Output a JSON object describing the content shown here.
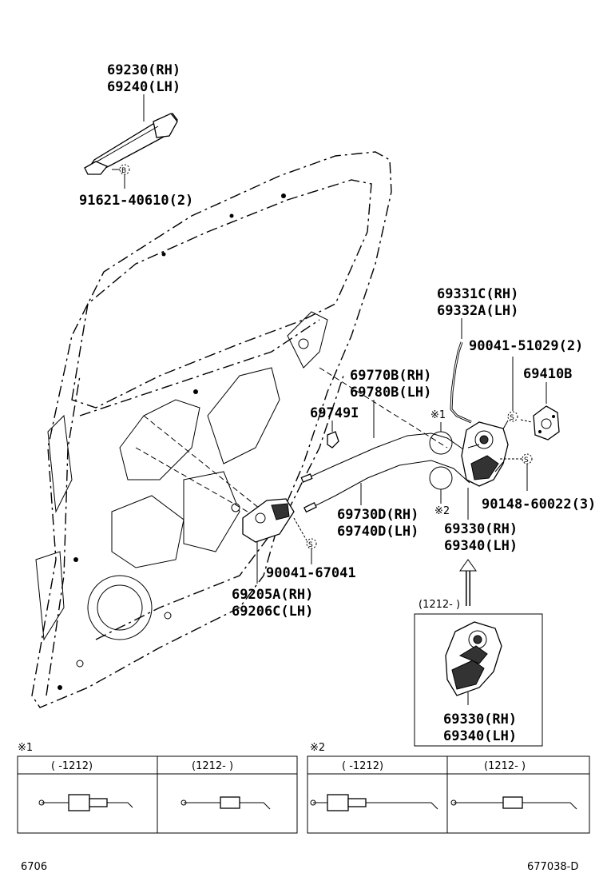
{
  "labels": {
    "handle_rh": "69230(RH)",
    "handle_lh": "69240(LH)",
    "screw_handle": "91621-40610(2)",
    "rod_rh": "69331C(RH)",
    "rod_lh": "69332A(LH)",
    "bolt_rod": "90041-51029(2)",
    "striker": "69410B",
    "cable_top_rh": "69770B(RH)",
    "cable_top_lh": "69780B(LH)",
    "clip": "69749I",
    "cable_bottom_rh": "69730D(RH)",
    "cable_bottom_lh": "69740D(LH)",
    "lock_rh": "69330(RH)",
    "lock_lh": "69340(LH)",
    "screw_lock": "90148-60022(3)",
    "screw_inner": "90041-67041",
    "inner_handle_rh": "69205A(RH)",
    "inner_handle_lh": "69206C(LH)",
    "inset_period": "(1212-     )",
    "inset_lock_rh": "69330(RH)",
    "inset_lock_lh": "69340(LH)"
  },
  "markers": {
    "note1": "※1",
    "note2": "※2",
    "bolt_S": "S",
    "bolt_B": "B"
  },
  "tables": [
    {
      "note": "※1",
      "headers": [
        "(    -1212)",
        "(1212-     )"
      ]
    },
    {
      "note": "※2",
      "headers": [
        "(    -1212)",
        "(1212-     )"
      ]
    }
  ],
  "footer": {
    "left": "6706",
    "right": "677038-D"
  }
}
